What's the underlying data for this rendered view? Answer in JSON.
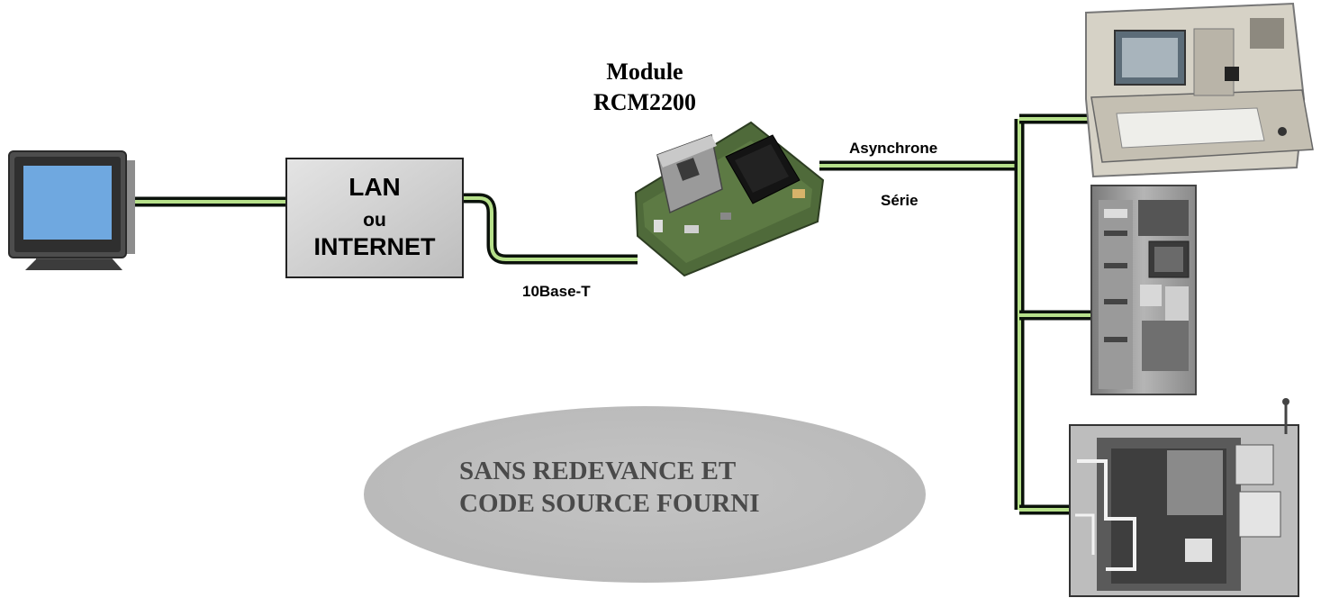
{
  "module_label": {
    "line1": "Module",
    "line2": "RCM2200"
  },
  "lan_box": {
    "line1": "LAN",
    "line2": "ou",
    "line3": "INTERNET"
  },
  "link_labels": {
    "ethernet": "10Base-T",
    "async": "Asynchrone",
    "serial": "Série"
  },
  "banner": {
    "line1": "SANS REDEVANCE ET",
    "line2": "CODE SOURCE FOURNI"
  },
  "colors": {
    "cable_core": "#b6e08a",
    "cable_sheath": "#0b120b",
    "ellipse": "#bdbdbd",
    "lan_box": "#d2d2d2",
    "screen": "#6fa8e0"
  },
  "icons": [
    "computer-monitor-icon",
    "lan-internet-box",
    "rcm2200-module-icon",
    "portable-instrument-icon",
    "control-cabinet-icon",
    "industrial-machine-icon"
  ]
}
